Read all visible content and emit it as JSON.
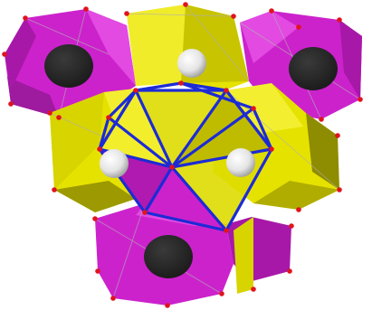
{
  "structure": {
    "colors": {
      "magenta": "#cc22cc",
      "magenta_light": "#e24ae2",
      "magenta_dark": "#8a108a",
      "yellow": "#e6e200",
      "yellow_light": "#f5f55a",
      "yellow_dark": "#8e8c00",
      "cluster_bond": "#1c2bd6",
      "vertex_atom": "#e0141e",
      "center_atom": "#222222",
      "white_atom": "#f2f2f2"
    },
    "polyhedra": [
      {
        "name": "magenta-polyhedron-top-left",
        "color": "magenta"
      },
      {
        "name": "yellow-polyhedron-top-center",
        "color": "yellow"
      },
      {
        "name": "magenta-polyhedron-top-right",
        "color": "magenta"
      },
      {
        "name": "yellow-polyhedron-middle-left",
        "color": "yellow"
      },
      {
        "name": "yellow-polyhedron-middle-right",
        "color": "yellow"
      },
      {
        "name": "magenta-polyhedron-bottom",
        "color": "magenta"
      }
    ],
    "atoms": {
      "black_count": 3,
      "white_count": 3
    }
  }
}
